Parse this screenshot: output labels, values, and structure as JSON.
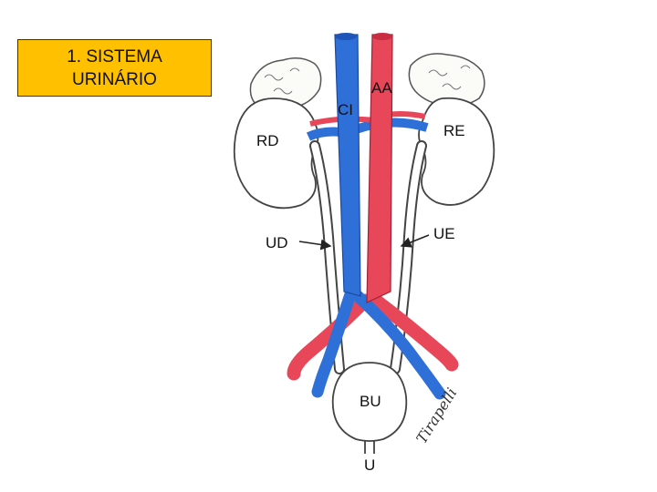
{
  "title": {
    "line1": "1. SISTEMA",
    "line2": "URINÁRIO"
  },
  "labels": {
    "aa": "AA",
    "ci": "CI",
    "rd": "RD",
    "re": "RE",
    "ud": "UD",
    "ue": "UE",
    "bu": "BU",
    "u": "U"
  },
  "signature": "Tirapelli",
  "colors": {
    "title_bg": "#ffc000",
    "vein": "#2f6fd8",
    "artery": "#e8475a",
    "outline": "#333333"
  }
}
